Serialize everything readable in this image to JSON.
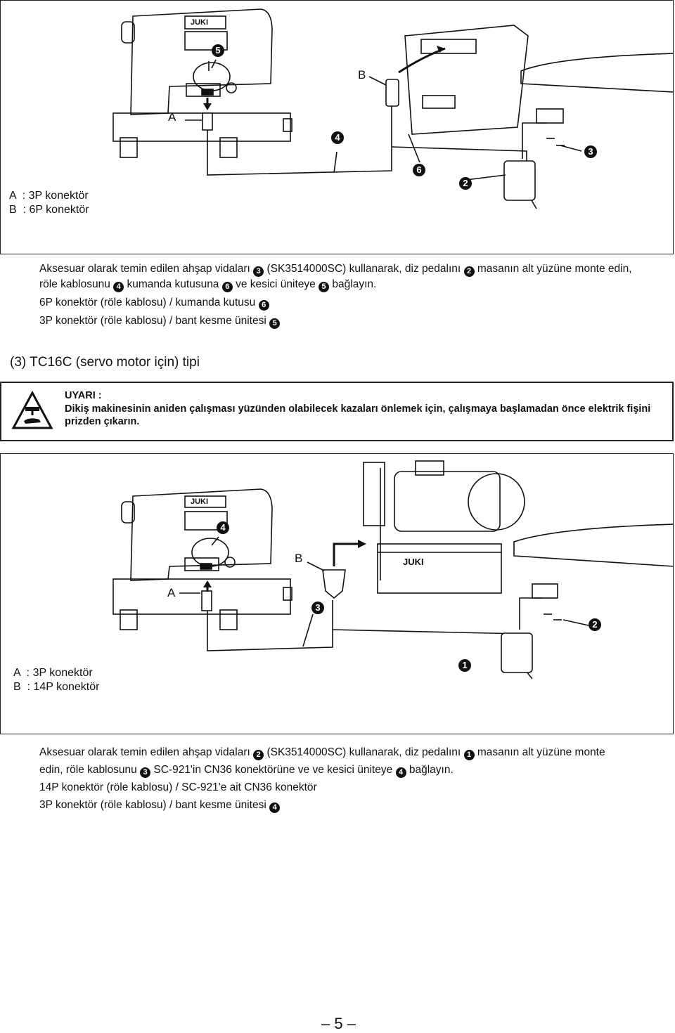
{
  "figure1": {
    "legend": [
      "A  : 3P konektör",
      "B  : 6P konektör"
    ],
    "labels": {
      "a": "A",
      "b": "B"
    },
    "callouts": {
      "c5": "5",
      "c4": "4",
      "c6": "6",
      "c2": "2",
      "c3": "3"
    },
    "brand_text": "JUKI"
  },
  "paragraph1": {
    "l1a": "Aksesuar olarak temin edilen ahşap vidaları",
    "n3": "3",
    "l1b": "(SK3514000SC) kullanarak, diz pedalını",
    "n2": "2",
    "l1c": "masanın alt yüzüne monte edin,",
    "l2a": "röle kablosunu",
    "n4": "4",
    "l2b": "kumanda kutusuna",
    "n6": "6",
    "l2c": "ve kesici üniteye",
    "n5": "5",
    "l2d": "bağlayın.",
    "l3": "6P konektör (röle kablosu) / kumanda kutusu",
    "n6b": "6",
    "l4": "3P konektör (röle kablosu) / bant kesme ünitesi",
    "n5b": "5"
  },
  "section_heading": "(3)  TC16C (servo motor için) tipi",
  "warning": {
    "title": "UYARI :",
    "text": "Dikiş makinesinin aniden çalışması yüzünden olabilecek kazaları önlemek için, çalışmaya başlamadan önce elektrik fişini prizden çıkarın."
  },
  "figure2": {
    "legend": [
      "A  : 3P konektör",
      "B  : 14P konektör"
    ],
    "labels": {
      "a": "A",
      "b": "B"
    },
    "callouts": {
      "c4": "4",
      "c3": "3",
      "c2": "2",
      "c1": "1"
    },
    "brand_text": "JUKI"
  },
  "paragraph2": {
    "l1a": "Aksesuar olarak temin edilen ahşap vidaları",
    "n2": "2",
    "l1b": "(SK3514000SC) kullanarak, diz pedalını",
    "n1": "1",
    "l1c": "masanın alt yüzüne monte",
    "l2a": "edin, röle kablosunu",
    "n3": "3",
    "l2b": "SC-921'in CN36 konektörüne ve ve kesici üniteye",
    "n4": "4",
    "l2c": "bağlayın.",
    "l3": "14P konektör (röle kablosu) / SC-921'e ait CN36 konektör",
    "l4": "3P konektör (röle kablosu) / bant kesme ünitesi",
    "n4b": "4"
  },
  "page_number": "– 5 –"
}
